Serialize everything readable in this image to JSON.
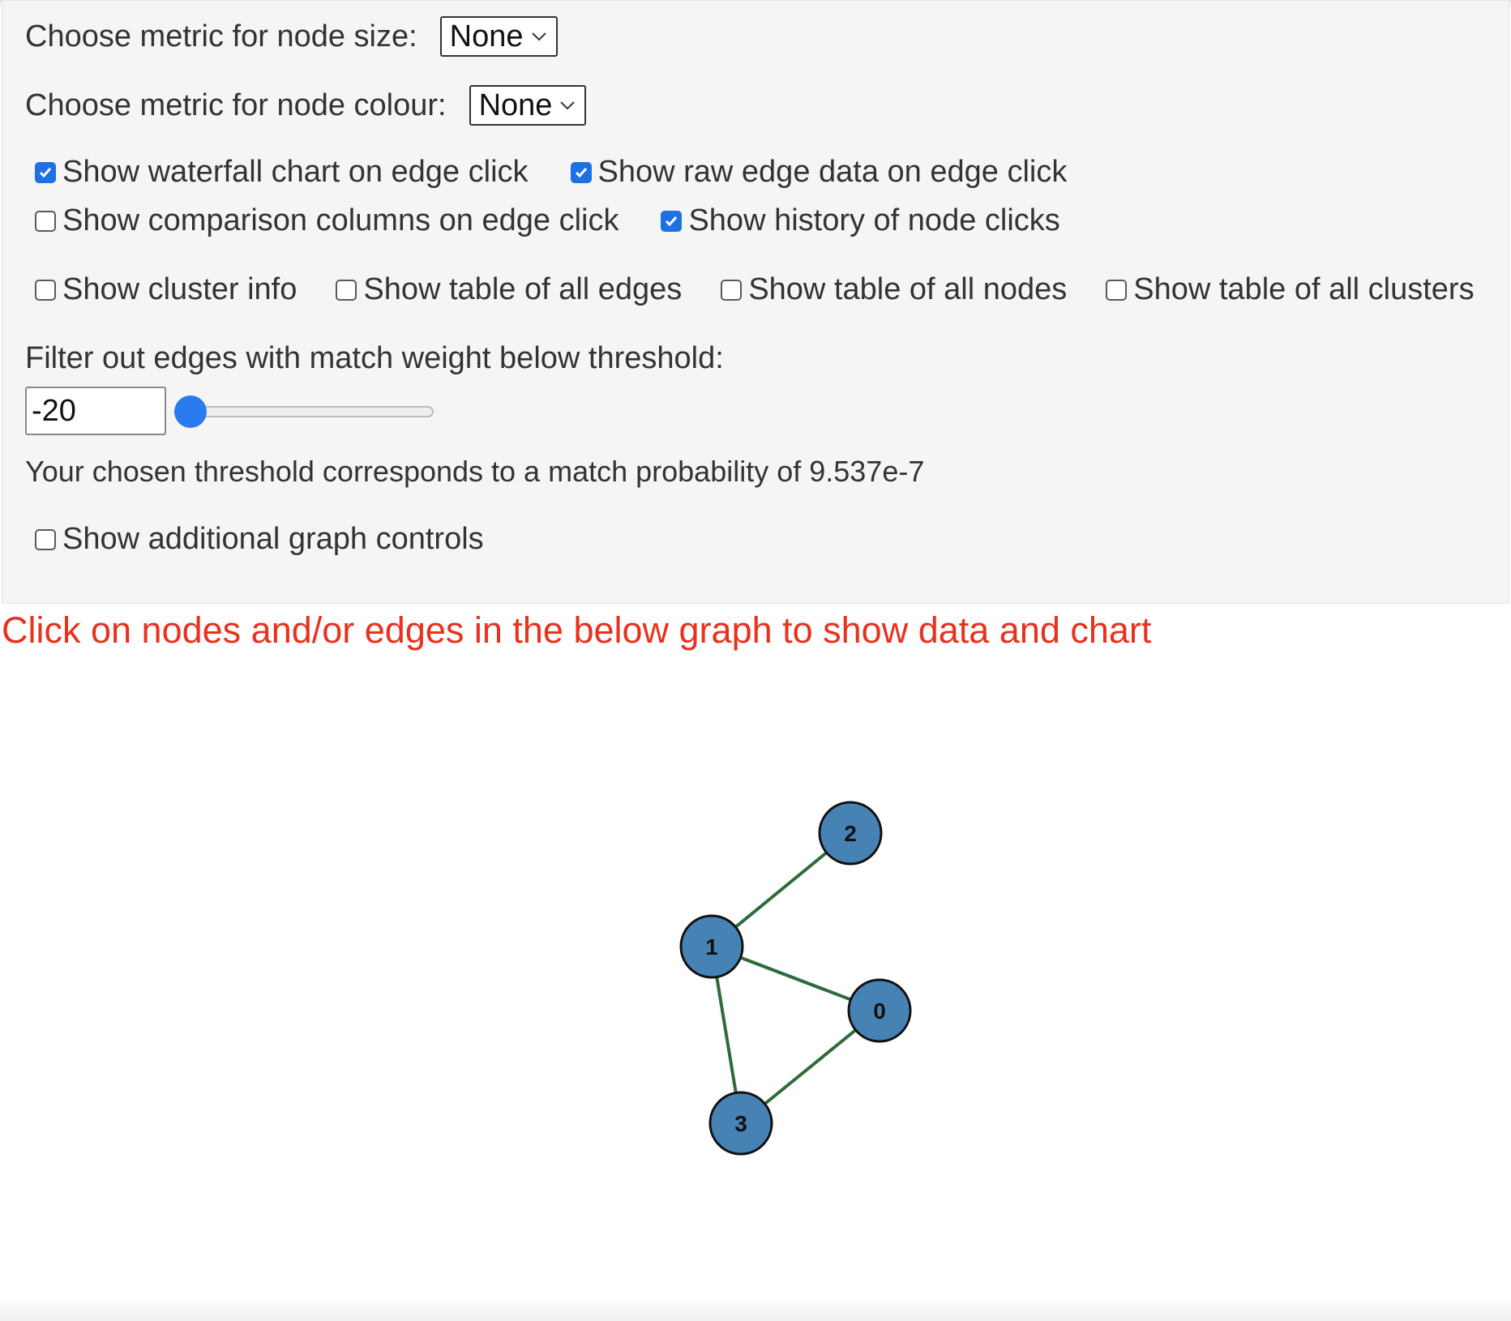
{
  "controls": {
    "node_size": {
      "label": "Choose metric for node size:",
      "selected": "None"
    },
    "node_colour": {
      "label": "Choose metric for node colour:",
      "selected": "None"
    },
    "checkboxes_row1": [
      {
        "label": "Show waterfall chart on edge click",
        "checked": true
      },
      {
        "label": "Show raw edge data on edge click",
        "checked": true
      }
    ],
    "checkboxes_row2": [
      {
        "label": "Show comparison columns on edge click",
        "checked": false
      },
      {
        "label": "Show history of node clicks",
        "checked": true
      }
    ],
    "checkboxes_row3": [
      {
        "label": "Show cluster info",
        "checked": false
      },
      {
        "label": "Show table of all edges",
        "checked": false
      },
      {
        "label": "Show table of all nodes",
        "checked": false
      },
      {
        "label": "Show table of all clusters",
        "checked": false
      }
    ],
    "threshold": {
      "label": "Filter out edges with match weight below threshold:",
      "value": "-20",
      "slider_fraction": 0.0
    },
    "probability_text": "Your chosen threshold corresponds to a match probability of 9.537e-7",
    "additional_controls": {
      "label": "Show additional graph controls",
      "checked": false
    }
  },
  "instruction": "Click on nodes and/or edges in the below graph to show data and chart",
  "graph": {
    "node_color": "#4682b4",
    "edge_color": "#2e6b3b",
    "nodes": [
      {
        "id": "0"
      },
      {
        "id": "1"
      },
      {
        "id": "2"
      },
      {
        "id": "3"
      }
    ],
    "edges": [
      {
        "source": "1",
        "target": "2"
      },
      {
        "source": "1",
        "target": "0"
      },
      {
        "source": "1",
        "target": "3"
      },
      {
        "source": "3",
        "target": "0"
      }
    ]
  },
  "colors": {
    "accent": "#1f6fe5",
    "instruction": "#e8311e"
  }
}
